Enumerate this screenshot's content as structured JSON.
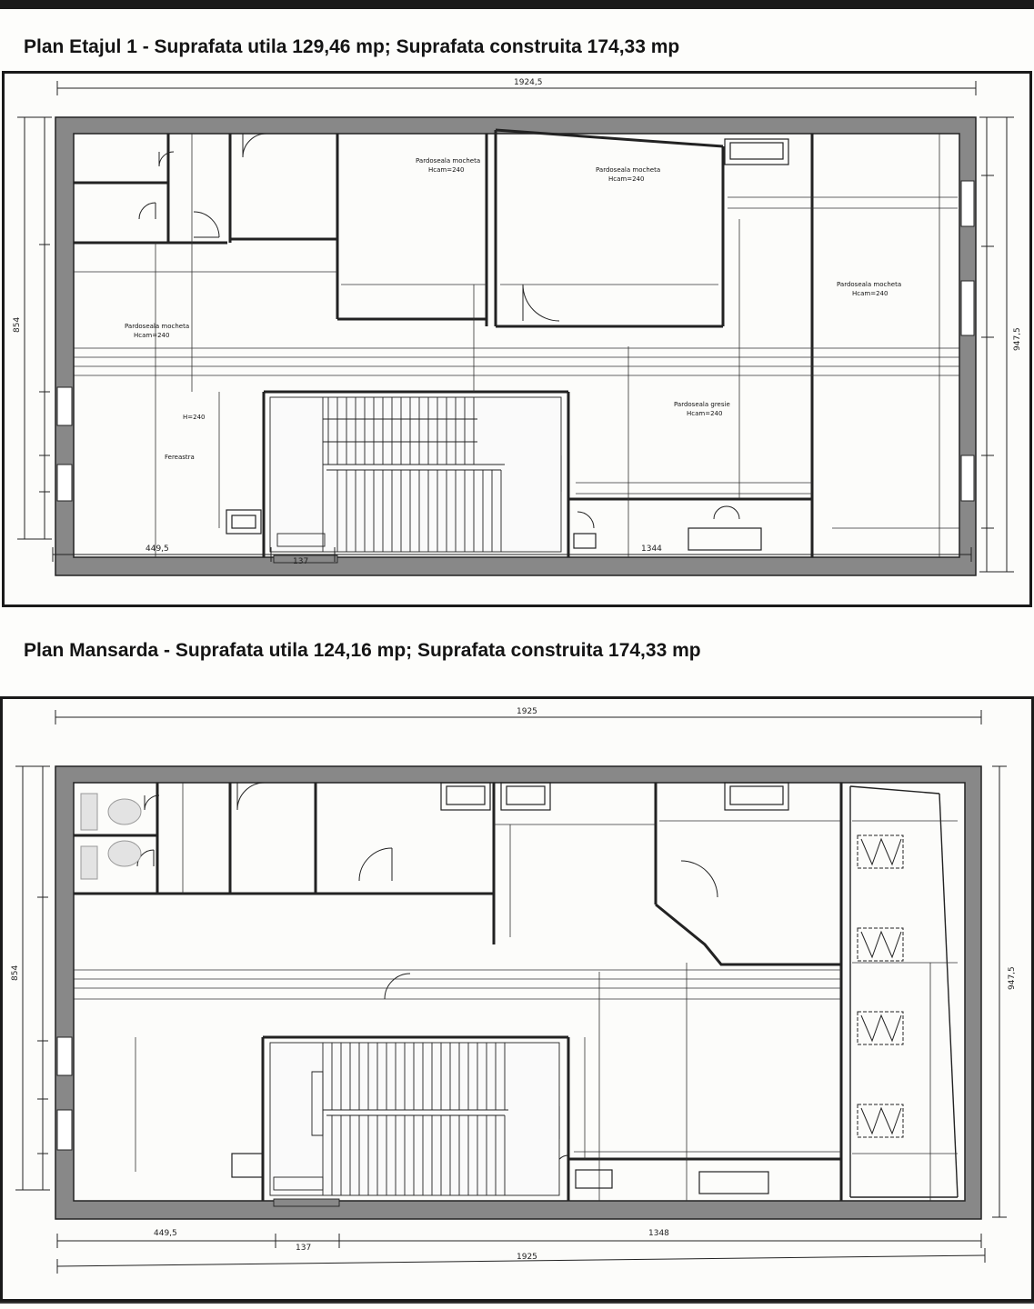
{
  "plans": [
    {
      "title": "Plan Etajul 1 - Suprafata utila 129,46 mp; Suprafata construita  174,33 mp",
      "overall_dims": {
        "width": "1924,5",
        "height": "947,5",
        "left_height": "854",
        "left_part": "449,5",
        "right_part": "1344",
        "stair": "137"
      },
      "rooms": [
        {
          "name": "Pardoseala mocheta",
          "height": "Hcam=240"
        },
        {
          "name": "Pardoseala mocheta",
          "height": "Hcam=240"
        },
        {
          "name": "Pardoseala mocheta",
          "height": "Hcam=240"
        },
        {
          "name": "Pardoseala mocheta",
          "height": "Hcam=240"
        },
        {
          "name": "Pardoseala gresie",
          "height": "Hcam=240"
        },
        {
          "name": "Fereastra",
          "height": "H=240"
        }
      ]
    },
    {
      "title": "Plan Mansarda - Suprafata utila 124,16 mp; Suprafata construita 174,33 mp",
      "overall_dims": {
        "width": "1925",
        "height": "947,5",
        "left_height": "854",
        "left_part": "449,5",
        "right_part": "1348",
        "stair": "137",
        "bottom_width": "1925"
      },
      "rooms": []
    }
  ]
}
